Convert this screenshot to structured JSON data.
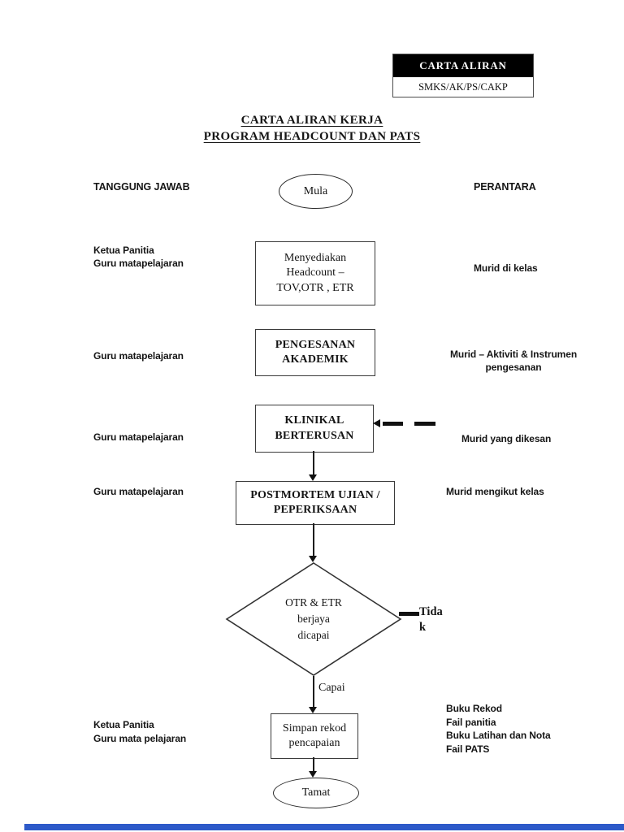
{
  "stamp": {
    "title": "CARTA ALIRAN",
    "code": "SMKS/AK/PS/CAKP"
  },
  "title": {
    "line1": "CARTA ALIRAN KERJA",
    "line2": "PROGRAM HEADCOUNT DAN PATS"
  },
  "headers": {
    "left": "TANGGUNG JAWAB",
    "right": "PERANTARA"
  },
  "left_column": {
    "row1": "Ketua Panitia\nGuru matapelajaran",
    "row2": "Guru matapelajaran",
    "row3": "Guru matapelajaran",
    "row4": "Guru matapelajaran",
    "row5": "Ketua Panitia\nGuru mata pelajaran"
  },
  "right_column": {
    "row1": "Murid di kelas",
    "row2": "Murid – Aktiviti & Instrumen\npengesanan",
    "row3": "Murid yang dikesan",
    "row4": "Murid mengikut kelas",
    "row5": "Buku Rekod\nFail panitia\nBuku Latihan dan Nota\nFail PATS"
  },
  "flowchart": {
    "start": "Mula",
    "step1": "Menyediakan\nHeadcount –\nTOV,OTR , ETR",
    "step2": "PENGESANAN\nAKADEMIK",
    "step3": "KLINIKAL\nBERTERUSAN",
    "step4": "POSTMORTEM UJIAN /\nPEPERIKSAAN",
    "decision": "OTR & ETR\nberjaya\ndicapai",
    "no_label": "Tida\nk",
    "yes_label": "Capai",
    "step5": "Simpan rekod\npencapaian",
    "end": "Tamat"
  },
  "colors": {
    "stamp_bg": "#000000",
    "accent_bar": "#2D5AC9"
  }
}
